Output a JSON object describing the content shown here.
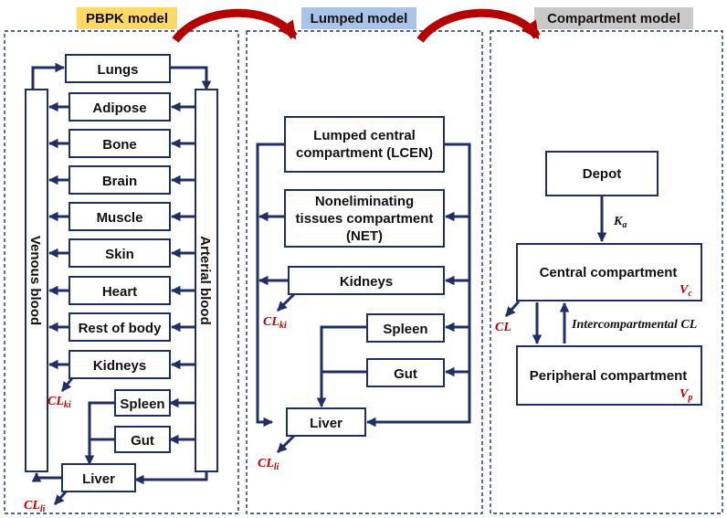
{
  "headers": {
    "pbpk": "PBPK model",
    "lumped": "Lumped model",
    "compartment": "Compartment model"
  },
  "pbpk": {
    "organs": [
      "Lungs",
      "Adipose",
      "Bone",
      "Brain",
      "Muscle",
      "Skin",
      "Heart",
      "Rest of body",
      "Kidneys",
      "Spleen",
      "Gut",
      "Liver"
    ],
    "venous": "Venous blood",
    "arterial": "Arterial blood",
    "cl_kidney": {
      "main": "CL",
      "sub": "ki"
    },
    "cl_liver": {
      "main": "CL",
      "sub": "li"
    }
  },
  "lumped": {
    "lcen": [
      "Lumped central",
      "compartment (LCEN)"
    ],
    "net": [
      "Noneliminating",
      "tissues compartment",
      "(NET)"
    ],
    "kidneys": "Kidneys",
    "spleen": "Spleen",
    "gut": "Gut",
    "liver": "Liver",
    "cl_kidney": {
      "main": "CL",
      "sub": "ki"
    },
    "cl_liver": {
      "main": "CL",
      "sub": "li"
    }
  },
  "compartment": {
    "depot": "Depot",
    "ka": {
      "main": "K",
      "sub": "a"
    },
    "central": "Central compartment",
    "vc": {
      "main": "V",
      "sub": "c"
    },
    "cl": "CL",
    "intercompartmental": "Intercompartmental CL",
    "peripheral": "Peripheral compartment",
    "vp": {
      "main": "V",
      "sub": "p"
    }
  },
  "colors": {
    "header_yellow": "#ffd966",
    "header_blue": "#a9c4e8",
    "header_gray": "#c9c9c9",
    "line": "#1f2f64",
    "curve": "#b40000",
    "clearance": "#c00000"
  }
}
